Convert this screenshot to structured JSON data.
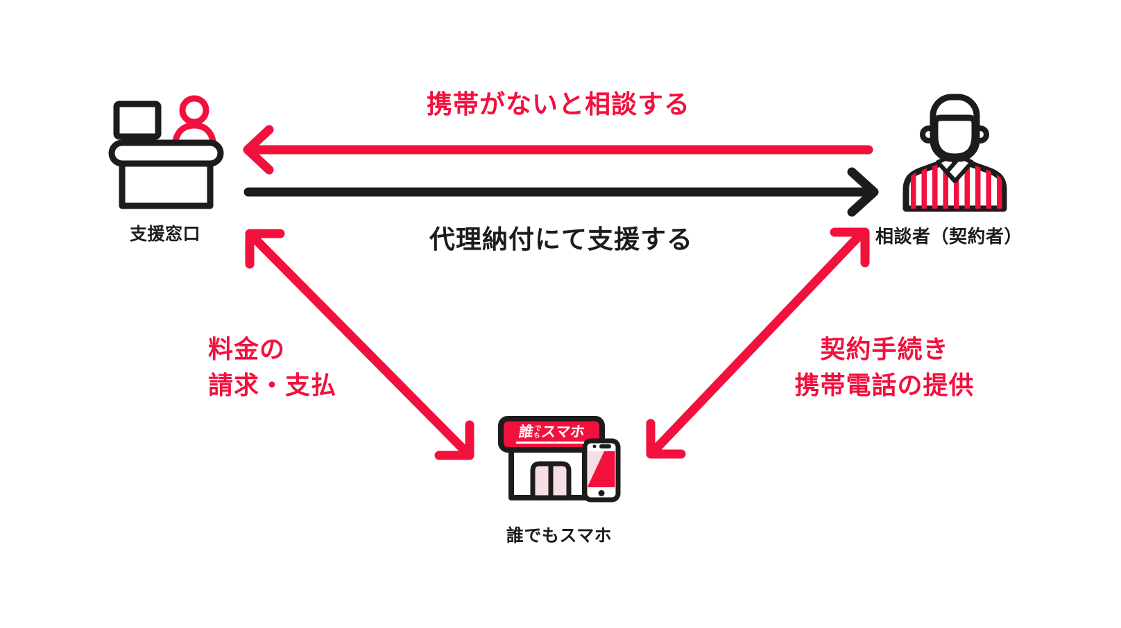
{
  "colors": {
    "red": "#F2103D",
    "black": "#1C1C1C",
    "door_pink": "#F6DFE3",
    "background": "#FFFFFF"
  },
  "nodes": {
    "support_desk": {
      "label": "支援窓口"
    },
    "consultant": {
      "label": "相談者（契約者）"
    },
    "shop": {
      "label": "誰でもスマホ",
      "sign_big": "誰",
      "sign_small_top": "で",
      "sign_small_bottom": "も",
      "sign_rest": "スマホ"
    }
  },
  "arrows": {
    "consult": {
      "label": "携帯がないと相談する",
      "color": "red",
      "from": "相談者（契約者）",
      "to": "支援窓口"
    },
    "support": {
      "label": "代理納付にて支援する",
      "color": "black",
      "from": "支援窓口",
      "to": "相談者（契約者）"
    },
    "billing": {
      "line1": "料金の",
      "line2": "請求・支払",
      "color": "red",
      "between": "支援窓口 ↔ 誰でもスマホ"
    },
    "contract": {
      "line1": "契約手続き",
      "line2": "携帯電話の提供",
      "color": "red",
      "between": "相談者（契約者） ↔ 誰でもスマホ"
    }
  }
}
